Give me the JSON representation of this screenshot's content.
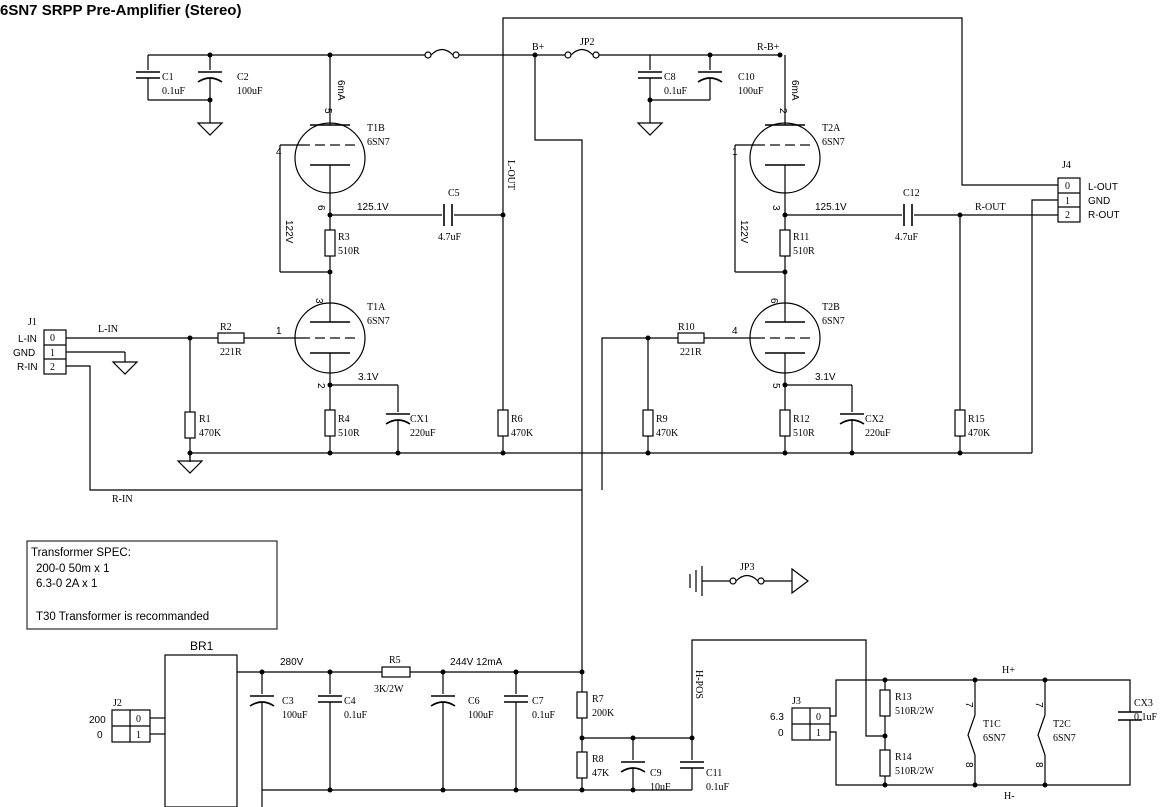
{
  "title": "6SN7 SRPP Pre-Amplifier (Stereo)",
  "capacitors": {
    "C1": {
      "ref": "C1",
      "value": "0.1uF"
    },
    "C2": {
      "ref": "C2",
      "value": "100uF"
    },
    "C8": {
      "ref": "C8",
      "value": "0.1uF"
    },
    "C10": {
      "ref": "C10",
      "value": "100uF"
    },
    "C5": {
      "ref": "C5",
      "value": "4.7uF"
    },
    "C12": {
      "ref": "C12",
      "value": "4.7uF"
    },
    "CX1": {
      "ref": "CX1",
      "value": "220uF"
    },
    "CX2": {
      "ref": "CX2",
      "value": "220uF"
    },
    "C3": {
      "ref": "C3",
      "value": "100uF"
    },
    "C4": {
      "ref": "C4",
      "value": "0.1uF"
    },
    "C6": {
      "ref": "C6",
      "value": "100uF"
    },
    "C7": {
      "ref": "C7",
      "value": "0.1uF"
    },
    "C9": {
      "ref": "C9",
      "value": "10uF"
    },
    "C11": {
      "ref": "C11",
      "value": "0.1uF"
    },
    "CX3": {
      "ref": "CX3",
      "value": "0.1uF"
    }
  },
  "resistors": {
    "R1": {
      "ref": "R1",
      "value": "470K"
    },
    "R2": {
      "ref": "R2",
      "value": "221R"
    },
    "R3": {
      "ref": "R3",
      "value": "510R"
    },
    "R4": {
      "ref": "R4",
      "value": "510R"
    },
    "R5": {
      "ref": "R5",
      "value": "3K/2W"
    },
    "R6": {
      "ref": "R6",
      "value": "470K"
    },
    "R7": {
      "ref": "R7",
      "value": "200K"
    },
    "R8": {
      "ref": "R8",
      "value": "47K"
    },
    "R9": {
      "ref": "R9",
      "value": "470K"
    },
    "R10": {
      "ref": "R10",
      "value": "221R"
    },
    "R11": {
      "ref": "R11",
      "value": "510R"
    },
    "R12": {
      "ref": "R12",
      "value": "510R"
    },
    "R13": {
      "ref": "R13",
      "value": "510R/2W"
    },
    "R14": {
      "ref": "R14",
      "value": "510R/2W"
    },
    "R15": {
      "ref": "R15",
      "value": "470K"
    }
  },
  "tubes": {
    "T1B": {
      "ref": "T1B",
      "type": "6SN7"
    },
    "T1A": {
      "ref": "T1A",
      "type": "6SN7"
    },
    "T2A": {
      "ref": "T2A",
      "type": "6SN7"
    },
    "T2B": {
      "ref": "T2B",
      "type": "6SN7"
    },
    "T1C": {
      "ref": "T1C",
      "type": "6SN7"
    },
    "T2C": {
      "ref": "T2C",
      "type": "6SN7"
    }
  },
  "connectors": {
    "J1": {
      "ref": "J1",
      "pins": [
        "0",
        "1",
        "2"
      ],
      "labels": [
        "L-IN",
        "GND",
        "R-IN"
      ]
    },
    "J2": {
      "ref": "J2",
      "pins": [
        "0",
        "1"
      ],
      "labels": [
        "200",
        "0"
      ]
    },
    "J3": {
      "ref": "J3",
      "pins": [
        "0",
        "1"
      ],
      "labels": [
        "6.3",
        "0"
      ]
    },
    "J4": {
      "ref": "J4",
      "pins": [
        "0",
        "1",
        "2"
      ],
      "labels": [
        "L-OUT",
        "GND",
        "R-OUT"
      ]
    }
  },
  "jumpers": {
    "JP2": "JP2",
    "JP3": "JP3"
  },
  "bridge": "BR1",
  "pin_numbers": {
    "t1b_anode": "5",
    "t1b_grid": "4",
    "t1b_cathode": "6",
    "t1a_anode": "3",
    "t1a_grid": "1",
    "t1a_cathode": "2",
    "t2a_anode": "2",
    "t2a_grid": "1",
    "t2a_cathode": "3",
    "t2b_anode": "6",
    "t2b_grid": "4",
    "t2b_cathode": "5",
    "t1c_top": "7",
    "t1c_bottom": "8",
    "t2c_top": "7",
    "t2c_bottom": "8"
  },
  "net_labels": {
    "b_plus": "B+",
    "r_b_plus": "R-B+",
    "l_in": "L-IN",
    "r_in": "R-IN",
    "l_out": "L-OUT",
    "r_out": "R-OUT",
    "h_pos": "H-POS",
    "h_plus": "H+",
    "h_minus": "H-"
  },
  "annotations": {
    "left_current": "6mA",
    "right_current": "6mA",
    "left_mid_voltage": "125.1V",
    "right_mid_voltage": "125.1V",
    "left_grid_voltage": "122V",
    "right_grid_voltage": "122V",
    "left_cathode_voltage": "3.1V",
    "right_cathode_voltage": "3.1V",
    "rect_voltage": "280V",
    "supply_voltage": "244V 12mA"
  },
  "transformer_spec": {
    "heading": "Transformer SPEC:",
    "line1": "200-0 50m x 1",
    "line2": "6.3-0 2A x 1",
    "line3": "T30 Transformer is recommanded"
  }
}
